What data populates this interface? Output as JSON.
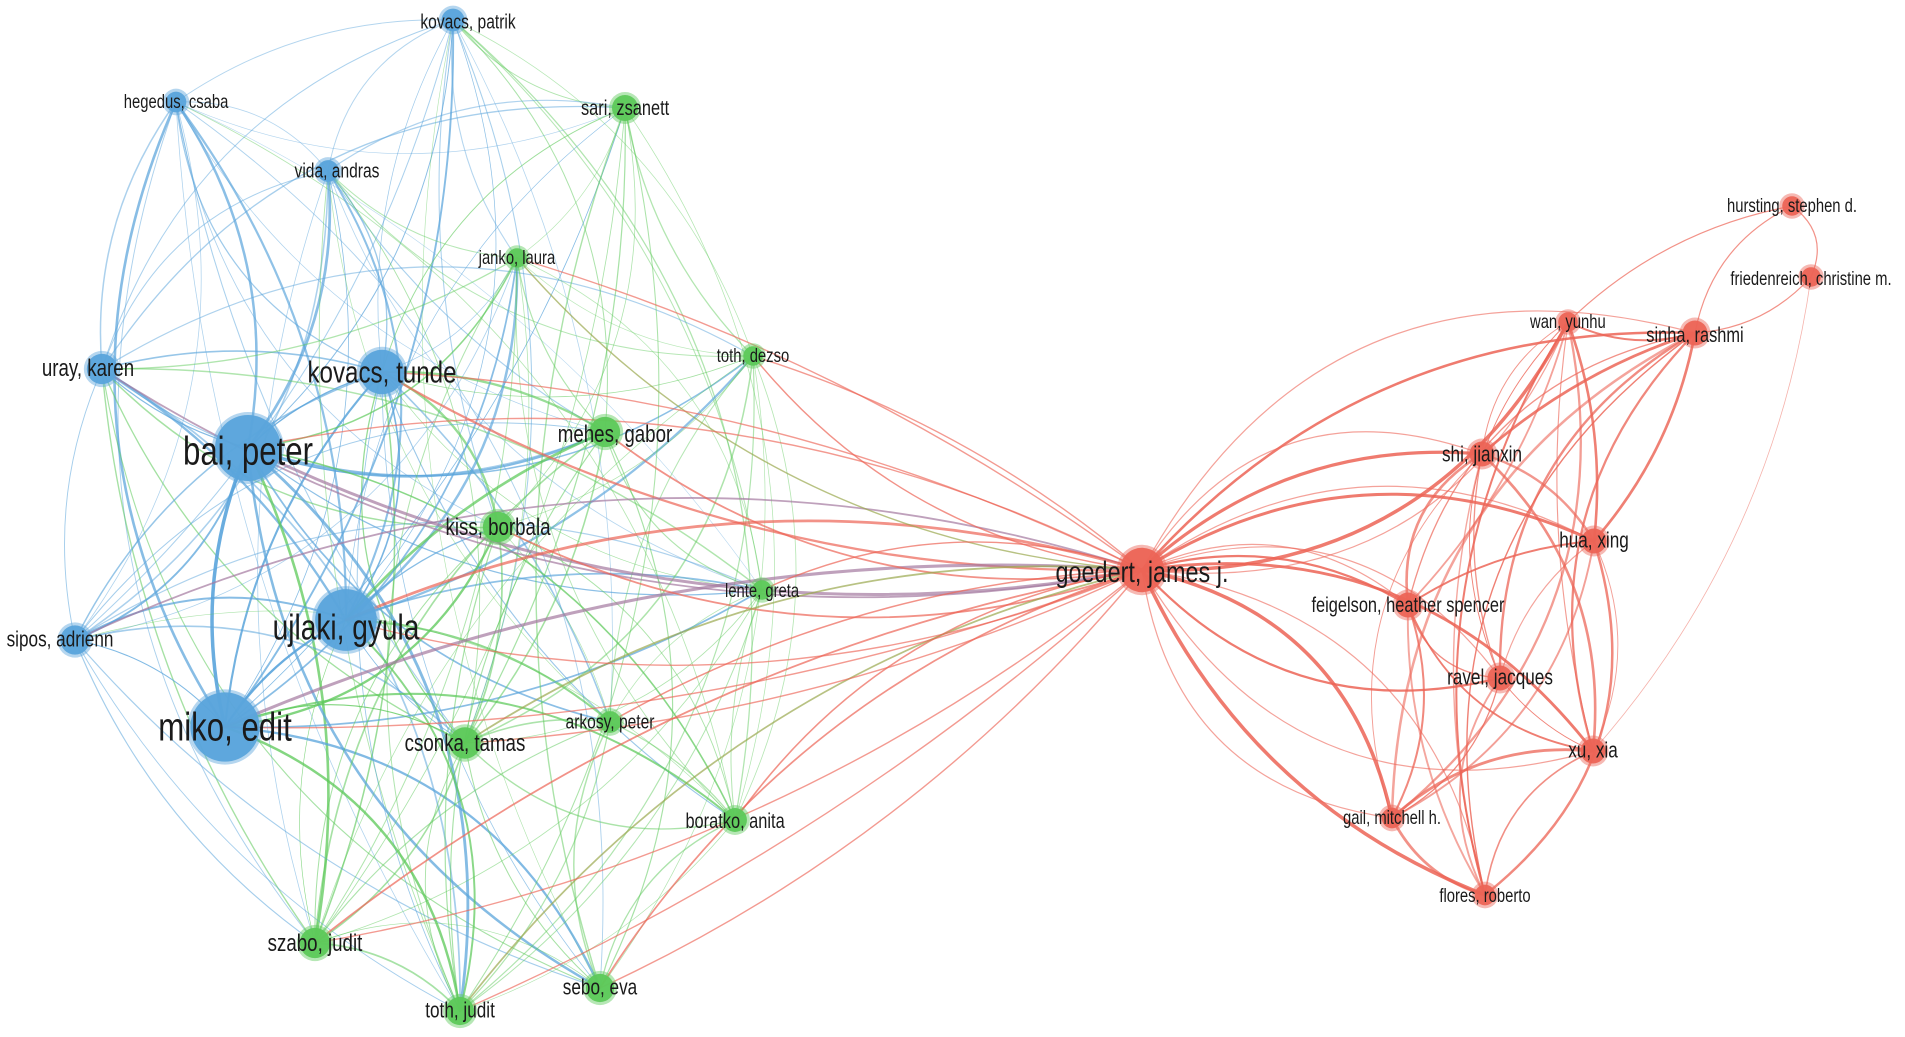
{
  "network": {
    "clusters": [
      {
        "id": "blue",
        "color": "#5aa4db"
      },
      {
        "id": "green",
        "color": "#5dc95a"
      },
      {
        "id": "red",
        "color": "#ec6456"
      }
    ],
    "bridge_color": "#a4799f",
    "nodes": [
      {
        "id": "kovacs_patrik",
        "label": "kovacs, patrik",
        "cluster": "blue",
        "weight": 1.0
      },
      {
        "id": "hegedus_csaba",
        "label": "hegedus, csaba",
        "cluster": "blue",
        "weight": 0.8
      },
      {
        "id": "vida_andras",
        "label": "vida, andras",
        "cluster": "blue",
        "weight": 0.9
      },
      {
        "id": "uray_karen",
        "label": "uray, karen",
        "cluster": "blue",
        "weight": 1.7
      },
      {
        "id": "kovacs_tunde",
        "label": "kovacs, tunde",
        "cluster": "blue",
        "weight": 3.0
      },
      {
        "id": "bai_peter",
        "label": "bai, peter",
        "cluster": "blue",
        "weight": 5.0
      },
      {
        "id": "ujlaki_gyula",
        "label": "ujlaki, gyula",
        "cluster": "blue",
        "weight": 4.6
      },
      {
        "id": "sipos_adrienn",
        "label": "sipos, adrienn",
        "cluster": "blue",
        "weight": 1.6
      },
      {
        "id": "miko_edit",
        "label": "miko, edit",
        "cluster": "blue",
        "weight": 5.3
      },
      {
        "id": "sari_zsanett",
        "label": "sari, zsanett",
        "cluster": "green",
        "weight": 1.3
      },
      {
        "id": "janko_laura",
        "label": "janko, laura",
        "cluster": "green",
        "weight": 0.7
      },
      {
        "id": "toth_dezso",
        "label": "toth, dezso",
        "cluster": "green",
        "weight": 0.7
      },
      {
        "id": "mehes_gabor",
        "label": "mehes, gabor",
        "cluster": "green",
        "weight": 1.7
      },
      {
        "id": "kiss_borbala",
        "label": "kiss, borbala",
        "cluster": "green",
        "weight": 1.7
      },
      {
        "id": "lente_greta",
        "label": "lente, greta",
        "cluster": "green",
        "weight": 0.7
      },
      {
        "id": "csonka_tamas",
        "label": "csonka, tamas",
        "cluster": "green",
        "weight": 1.8
      },
      {
        "id": "arkosy_peter",
        "label": "arkosy, peter",
        "cluster": "green",
        "weight": 0.9
      },
      {
        "id": "boratko_anita",
        "label": "boratko, anita",
        "cluster": "green",
        "weight": 1.1
      },
      {
        "id": "szabo_judit",
        "label": "szabo, judit",
        "cluster": "green",
        "weight": 1.7
      },
      {
        "id": "toth_judit",
        "label": "toth, judit",
        "cluster": "green",
        "weight": 1.5
      },
      {
        "id": "sebo_eva",
        "label": "sebo, eva",
        "cluster": "green",
        "weight": 1.5
      },
      {
        "id": "goedert_james",
        "label": "goedert, james j.",
        "cluster": "red",
        "weight": 3.0
      },
      {
        "id": "hursting_stephen",
        "label": "hursting, stephen d.",
        "cluster": "red",
        "weight": 0.7
      },
      {
        "id": "friedenreich_christine",
        "label": "friedenreich, christine m.",
        "cluster": "red",
        "weight": 0.7
      },
      {
        "id": "wan_yunhu",
        "label": "wan, yunhu",
        "cluster": "red",
        "weight": 0.7
      },
      {
        "id": "sinha_rashmi",
        "label": "sinha, rashmi",
        "cluster": "red",
        "weight": 1.2
      },
      {
        "id": "shi_jianxin",
        "label": "shi, jianxin",
        "cluster": "red",
        "weight": 1.2
      },
      {
        "id": "hua_xing",
        "label": "hua, xing",
        "cluster": "red",
        "weight": 1.2
      },
      {
        "id": "feigelson_heather",
        "label": "feigelson, heather spencer",
        "cluster": "red",
        "weight": 1.2
      },
      {
        "id": "ravel_jacques",
        "label": "ravel, jacques",
        "cluster": "red",
        "weight": 1.2
      },
      {
        "id": "xu_xia",
        "label": "xu, xia",
        "cluster": "red",
        "weight": 1.2
      },
      {
        "id": "gail_mitchell",
        "label": "gail, mitchell h.",
        "cluster": "red",
        "weight": 0.8
      },
      {
        "id": "flores_roberto",
        "label": "flores, roberto",
        "cluster": "red",
        "weight": 0.8
      }
    ]
  }
}
